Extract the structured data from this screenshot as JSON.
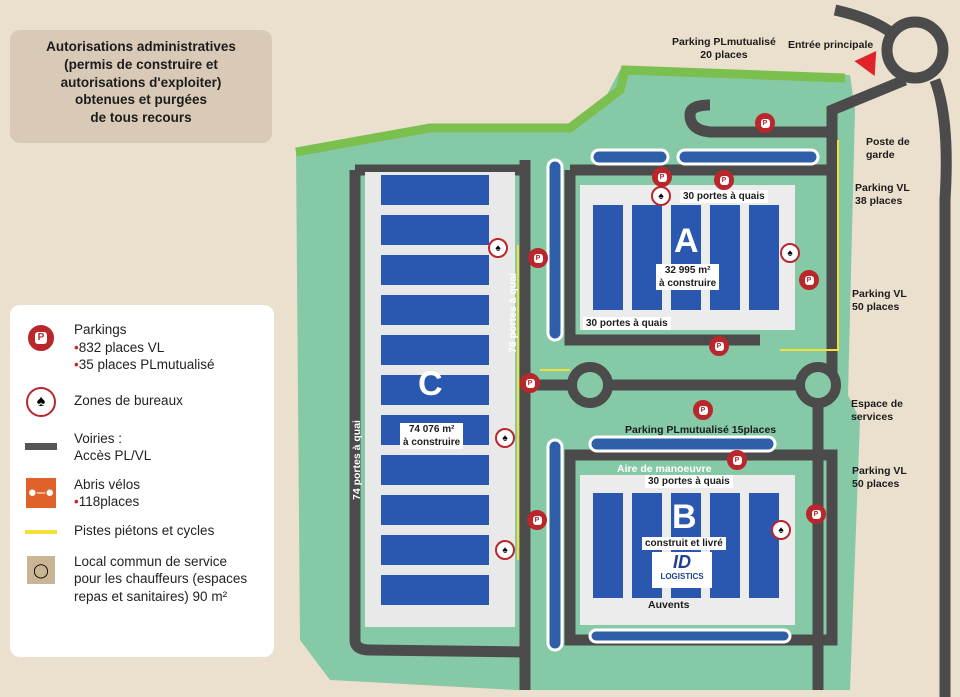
{
  "title": [
    "Autorisations administratives",
    "(permis de construire et",
    "autorisations d'exploiter)",
    "obtenues et purgées",
    "de tous recours"
  ],
  "legend": {
    "parkings": {
      "icon": "parking-icon",
      "label": "Parkings",
      "items": [
        "832  places VL",
        "35  places PLmutualisé"
      ]
    },
    "offices": {
      "icon": "office-chair-icon",
      "label": "Zones de bureaux"
    },
    "roads": {
      "icon": "road-line-icon",
      "label": [
        "Voiries :",
        "Accès PL/VL"
      ],
      "color": "#555555"
    },
    "bikes": {
      "icon": "bicycle-icon",
      "label": "Abris vélos",
      "items": [
        "118places"
      ],
      "color": "#e0622a"
    },
    "paths": {
      "icon": "yellow-line-icon",
      "label": "Pistes piétons et cycles",
      "color": "#f2df3a"
    },
    "service": {
      "icon": "dining-icon",
      "label": [
        "Local commun de service",
        "pour les chauffeurs (espaces",
        "repas et sanitaires) 90 m²"
      ]
    }
  },
  "map": {
    "entrance": "Entrée principale",
    "parking_pl_top": [
      "Parking PLmutualisé",
      "20 places"
    ],
    "guard": [
      "Poste de",
      "garde"
    ],
    "parking_vl_38": [
      "Parking VL",
      "38 places"
    ],
    "parking_vl_50a": [
      "Parking VL",
      "50 places"
    ],
    "services": [
      "Espace de",
      "services"
    ],
    "parking_pl_mid": "Parking PLmutualisé  15places",
    "parking_vl_50b": [
      "Parking VL",
      "50 places"
    ],
    "building_a": {
      "letter": "A",
      "area": "32 995 m²",
      "status": "à construire",
      "docks_top": "30 portes à quais",
      "docks_bottom": "30 portes à quais"
    },
    "building_b": {
      "letter": "B",
      "status": "construit et livré",
      "maneuver": "Aire de manoeuvre",
      "docks": "30 portes à quais",
      "awnings": "Auvents",
      "logo": [
        "ID",
        "LOGISTICS"
      ]
    },
    "building_c": {
      "letter": "C",
      "area": "74 076 m²",
      "status": "à construire",
      "docks_left": "74 portes à quai",
      "docks_right": "76 portes à quai"
    }
  },
  "colors": {
    "background": "#ebdfcd",
    "green": "#86c9a6",
    "road": "#4b4b4b",
    "roof": "#2a57b0",
    "accent": "#b9272d"
  }
}
